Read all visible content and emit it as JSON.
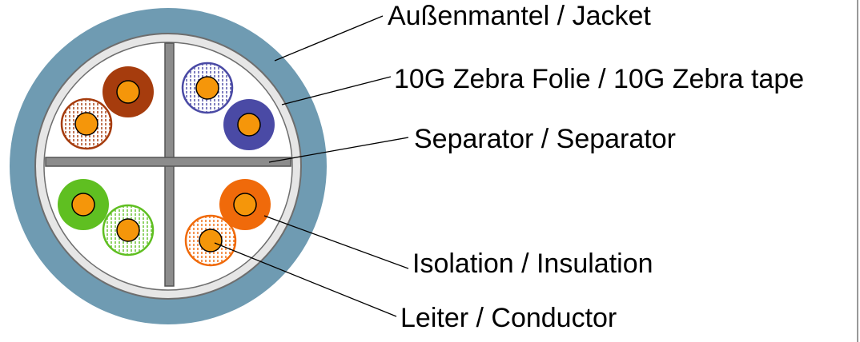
{
  "colors": {
    "jacket": "#6f9bb2",
    "zebra_tape": "#e6e6e6",
    "inner_fill": "#ffffff",
    "separator": "#8c8c8c",
    "conductor": "#f5960a",
    "brown": "#a63c0d",
    "blue": "#4a4aa5",
    "green": "#5fbf21",
    "orange": "#f06a0a",
    "leader_line": "#000000",
    "frame": "#999999"
  },
  "labels": {
    "jacket": "Außenmantel / Jacket",
    "zebra_tape": "10G Zebra Folie / 10G Zebra tape",
    "separator": "Separator / Separator",
    "insulation": "Isolation / Insulation",
    "conductor": "Leiter / Conductor"
  },
  "pairs": [
    {
      "name": "brown",
      "solid": "brown",
      "striped": "brown"
    },
    {
      "name": "blue",
      "solid": "blue",
      "striped": "blue"
    },
    {
      "name": "green",
      "solid": "green",
      "striped": "green"
    },
    {
      "name": "orange",
      "solid": "orange",
      "striped": "orange"
    }
  ]
}
